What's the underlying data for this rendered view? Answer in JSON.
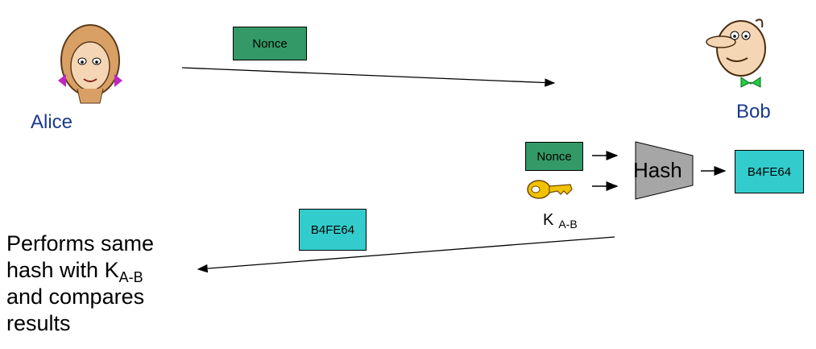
{
  "parties": {
    "alice": {
      "label": "Alice"
    },
    "bob": {
      "label": "Bob"
    }
  },
  "message1": {
    "label": "Nonce"
  },
  "hash_inputs": {
    "nonce_label": "Nonce",
    "key_label_main": "K",
    "key_label_sub": "A-B"
  },
  "hash_box": {
    "label": "Hash"
  },
  "hash_output": {
    "label": "B4FE64"
  },
  "message2": {
    "label": "B4FE64"
  },
  "alice_note": {
    "line1": "Performs same",
    "line2_main": "hash with K",
    "line2_sub": "A-B",
    "line3": "and compares",
    "line4": "results"
  },
  "colors": {
    "nonce": "#339966",
    "hash_result": "#33cccc",
    "hash_shape": "#a6a6a6",
    "name_text": "#1a3a8c",
    "key": "#f2c200"
  }
}
